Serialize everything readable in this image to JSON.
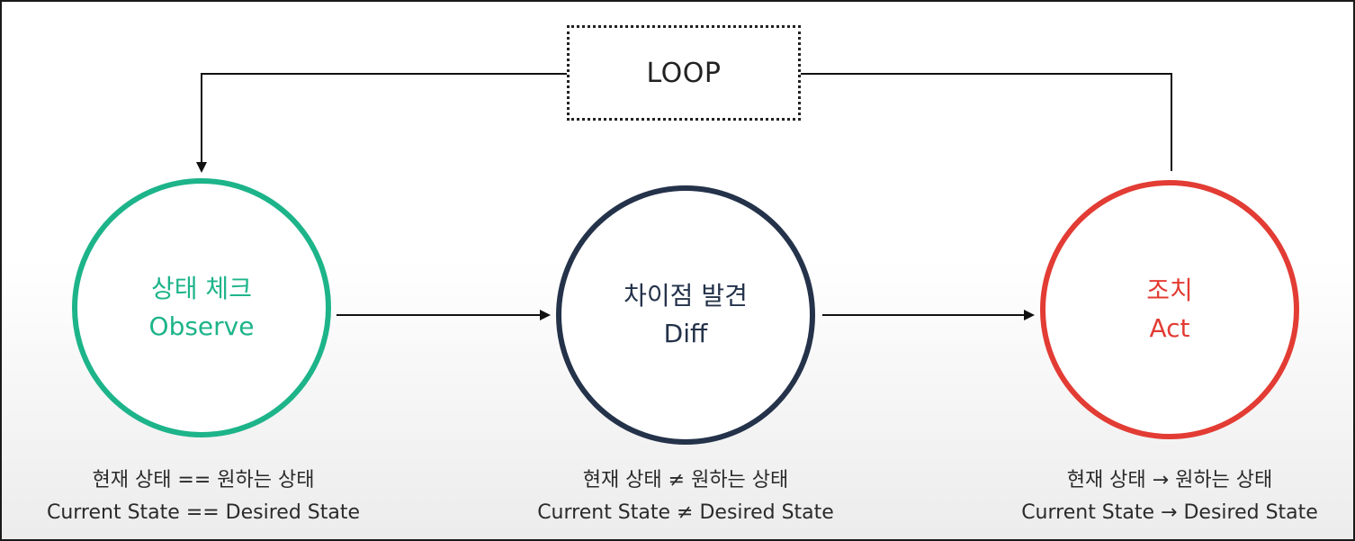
{
  "loop": {
    "label": "LOOP"
  },
  "nodes": [
    {
      "ko": "상태 체크",
      "en": "Observe",
      "color": "#1db48a"
    },
    {
      "ko": "차이점 발견",
      "en": "Diff",
      "color": "#24324a"
    },
    {
      "ko": "조치",
      "en": "Act",
      "color": "#e23c34"
    }
  ],
  "captions": [
    {
      "ko": "현재 상태 == 원하는 상태",
      "en": "Current State == Desired State"
    },
    {
      "ko": "현재 상태 ≠ 원하는 상태",
      "en": "Current State ≠ Desired State"
    },
    {
      "ko": "현재 상태 → 원하는 상태",
      "en": "Current State → Desired State"
    }
  ],
  "colors": {
    "line": "#111111",
    "observe": "#1db48a",
    "diff": "#24324a",
    "act": "#e23c34"
  }
}
